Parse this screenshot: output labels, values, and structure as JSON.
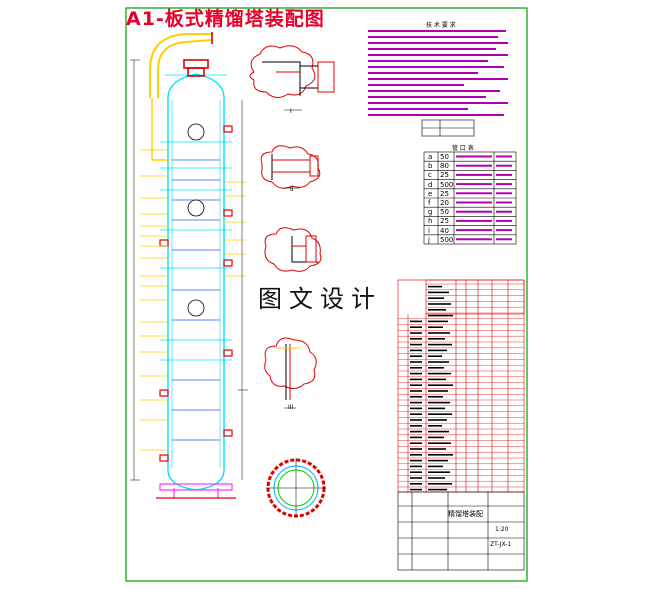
{
  "drawing": {
    "title": "A1-板式精馏塔装配图",
    "watermark": "图文设计",
    "colors": {
      "border": "#00a000",
      "column": "#00e0ff",
      "leader": "#ffd000",
      "pipe": "#ff3030",
      "table_line": "#ff3030",
      "table_text_block": "#b000b0",
      "title_color": "#e8002a",
      "ink": "#000000"
    }
  },
  "tech_requirements": {
    "heading": "技 术 要 求"
  },
  "nozzle_table": {
    "heading": "管 口 表",
    "rows": [
      {
        "mark": "a",
        "dn": "50"
      },
      {
        "mark": "b",
        "dn": "80"
      },
      {
        "mark": "c",
        "dn": "25"
      },
      {
        "mark": "d",
        "dn": "500"
      },
      {
        "mark": "e",
        "dn": "25"
      },
      {
        "mark": "f",
        "dn": "20"
      },
      {
        "mark": "g",
        "dn": "50"
      },
      {
        "mark": "h",
        "dn": "25"
      },
      {
        "mark": "i",
        "dn": "40"
      },
      {
        "mark": "j",
        "dn": "500"
      }
    ]
  },
  "details": {
    "i_label": "I",
    "ii_label": "II",
    "iii_label": "III"
  },
  "title_block": {
    "name": "精馏塔装配",
    "scale": "1:20",
    "drawing_no": "ZT-JX-1"
  }
}
